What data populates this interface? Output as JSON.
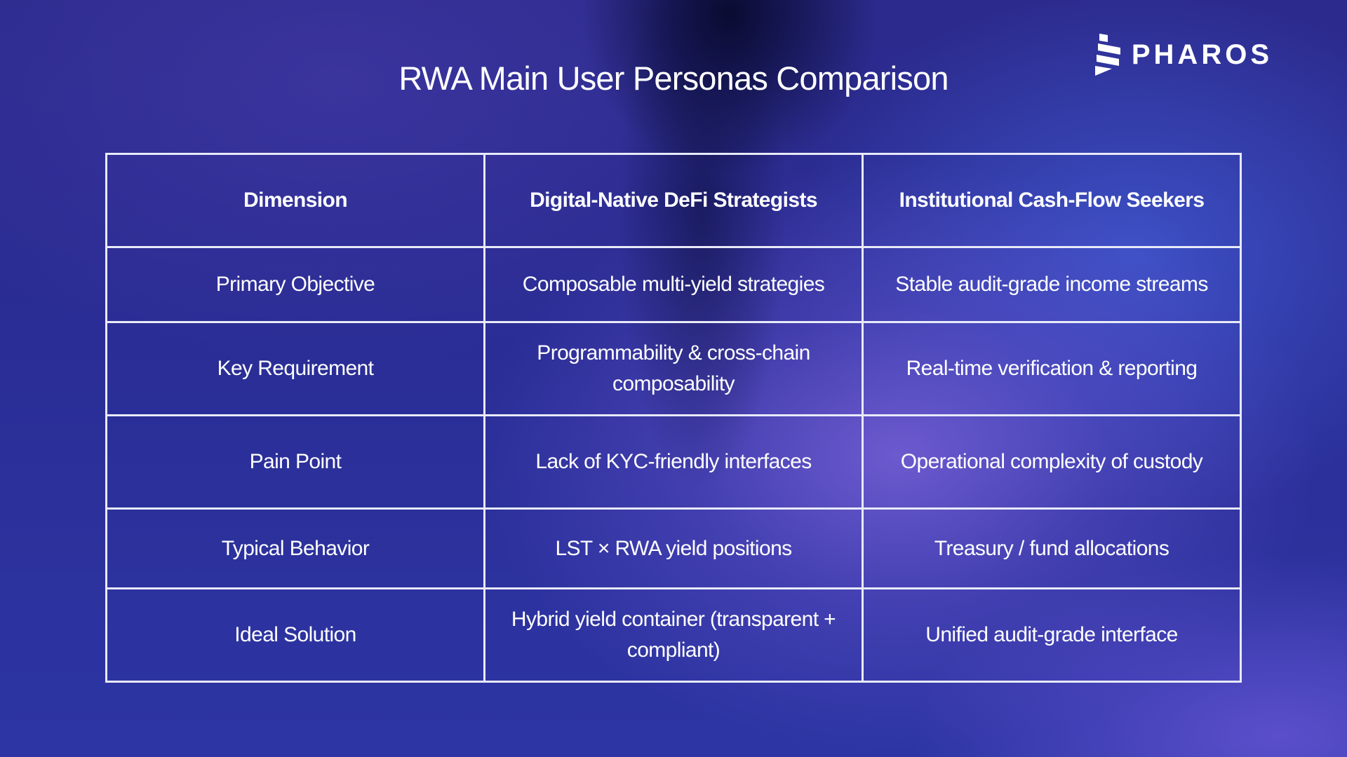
{
  "title": "RWA  Main User Personas Comparison",
  "brand": {
    "name": "PHAROS",
    "logo_icon": "pharos-logo-icon"
  },
  "table": {
    "headers": [
      "Dimension",
      "Digital-Native DeFi Strategists",
      "Institutional Cash-Flow Seekers"
    ],
    "rows": [
      [
        "Primary Objective",
        "Composable multi-yield strategies",
        "Stable audit-grade income streams"
      ],
      [
        "Key Requirement",
        "Programmability & cross-chain composability",
        "Real-time verification & reporting"
      ],
      [
        "Pain Point",
        "Lack of KYC-friendly interfaces",
        "Operational complexity of custody"
      ],
      [
        "Typical Behavior",
        "LST × RWA yield positions",
        "Treasury / fund allocations"
      ],
      [
        "Ideal Solution",
        "Hybrid yield container (transparent + compliant)",
        "Unified audit-grade interface"
      ]
    ]
  },
  "colors": {
    "background": "#2c2a8c",
    "accent_glow": "#8269e1",
    "border": "#e8eaf8",
    "text": "#ffffff"
  }
}
